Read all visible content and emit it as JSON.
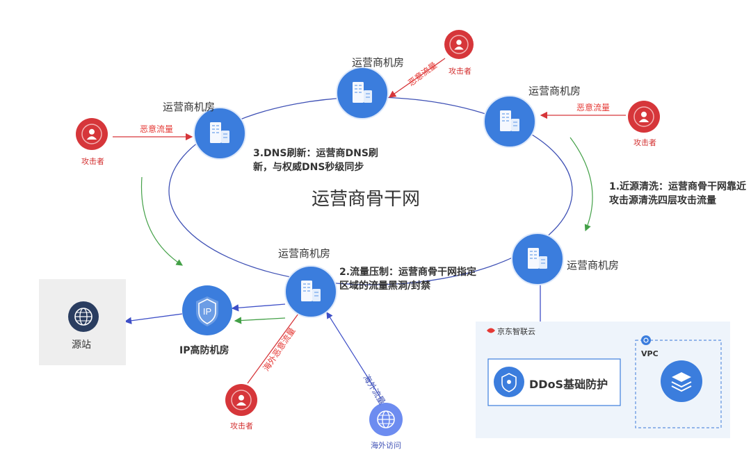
{
  "colors": {
    "blue": "#3b7ddd",
    "red": "#d6363a",
    "green": "#43a047",
    "arrow_blue": "#3e4fc7",
    "ring": "#3f51b5",
    "panel_bg": "#eef4fb",
    "origin_bg": "#eeeeee"
  },
  "backbone": {
    "title": "运营商骨干网"
  },
  "rooms": {
    "top": "运营商机房",
    "top_left": "运营商机房",
    "top_right": "运营商机房",
    "right": "运营商机房",
    "bottom": "运营商机房"
  },
  "attackers": {
    "top": "攻击者",
    "left": "攻击者",
    "right": "攻击者",
    "bottom": "攻击者"
  },
  "flows": {
    "malicious_top": "恶意流量",
    "malicious_left": "恶意流量",
    "malicious_right": "恶意流量",
    "overseas_malicious": "海外恶意流量",
    "overseas": "海外流量"
  },
  "steps": {
    "dns": "3.DNS刷新：运营商DNS刷新，与权威DNS秒级同步",
    "near_clean": "1.近源清洗：运营商骨干网靠近攻击源清洗四层攻击流量",
    "suppress": "2.流量压制：运营商骨干网指定区域的流量黑洞/封禁"
  },
  "origin": {
    "label": "源站"
  },
  "ip_room": {
    "label": "IP高防机房"
  },
  "overseas_access": {
    "label": "海外访问"
  },
  "cloud": {
    "brand": "京东智联云",
    "ddos": "DDoS基础防护",
    "vpc": "VPC"
  }
}
